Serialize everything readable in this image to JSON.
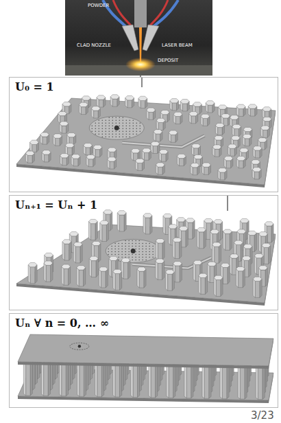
{
  "diagram": {
    "nodes": [
      {
        "text": [
          "U₀ = 1"
        ]
      },
      {
        "text": [
          "Uₙ₊₁ = Uₙ + 1"
        ]
      },
      {
        "text": [
          "Uₙ ∀ n = 0, … ∞"
        ]
      }
    ],
    "labels": [
      "POWDER",
      "CLAD NOZZLE",
      "LASER BEAM",
      "DEPOSIT",
      "3/23"
    ]
  }
}
